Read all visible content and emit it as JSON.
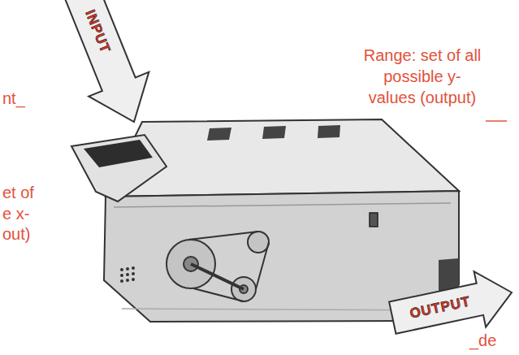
{
  "diagram": {
    "labels": [
      "INPUT",
      "Range: set of all possible y-values (output)",
      "nt_",
      "et of",
      "e x-",
      "out)",
      "OUTPUT",
      "_de"
    ]
  }
}
